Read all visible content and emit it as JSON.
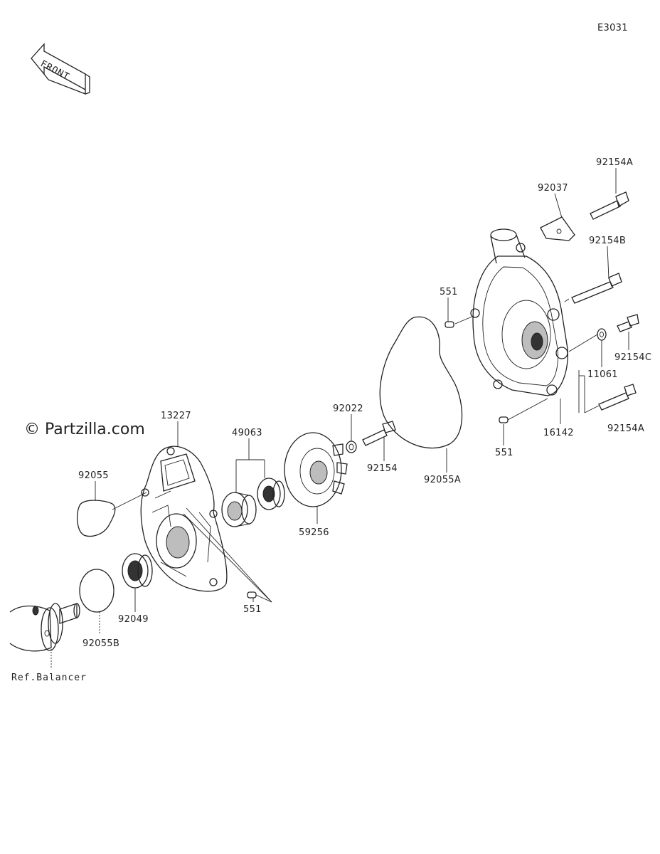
{
  "diagram": {
    "code": "E3031",
    "watermark": "© Partzilla.com",
    "front_label": "FRONT",
    "ref_label": "Ref.Balancer"
  },
  "labels": {
    "p92154A_top": "92154A",
    "p92037": "92037",
    "p92154B": "92154B",
    "p551_top": "551",
    "p92154C": "92154C",
    "p11061": "11061",
    "p16142": "16142",
    "p92154A_bottom": "92154A",
    "p551_right": "551",
    "p92022": "92022",
    "p92154": "92154",
    "p92055A": "92055A",
    "p13227": "13227",
    "p49063": "49063",
    "p92055": "92055",
    "p59256": "59256",
    "p551_bottom": "551",
    "p92049": "92049",
    "p92055B": "92055B"
  }
}
